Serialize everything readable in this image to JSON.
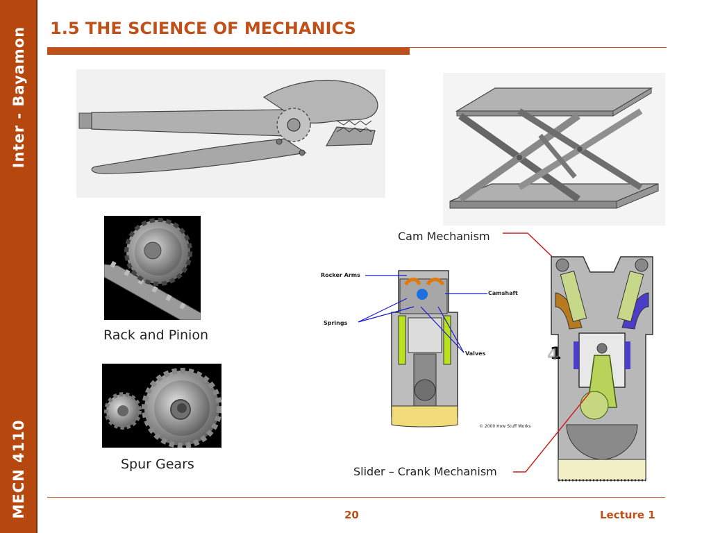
{
  "sidebar": {
    "top_text": "Inter - Bayamon",
    "bottom_text": "MECN 4110"
  },
  "header": {
    "title": "1.5 THE SCIENCE OF MECHANICS"
  },
  "figures": {
    "rack_pinion_caption": "Rack and Pinion",
    "spur_gears_caption": "Spur Gears",
    "cam_label": "Cam Mechanism",
    "slider_crank_label": "Slider – Crank Mechanism",
    "engine_labels": {
      "rocker_arms": "Rocker Arms",
      "camshaft": "Camshaft",
      "springs": "Springs",
      "valves": "Valves",
      "copyright": "© 2000 How Stuff Works"
    },
    "stroke_number": "1",
    "stroke_number_ghost": "4"
  },
  "footer": {
    "page": "20",
    "lecture": "Lecture 1"
  },
  "colors": {
    "accent": "#c0501a",
    "sidebar": "#b5470f"
  }
}
